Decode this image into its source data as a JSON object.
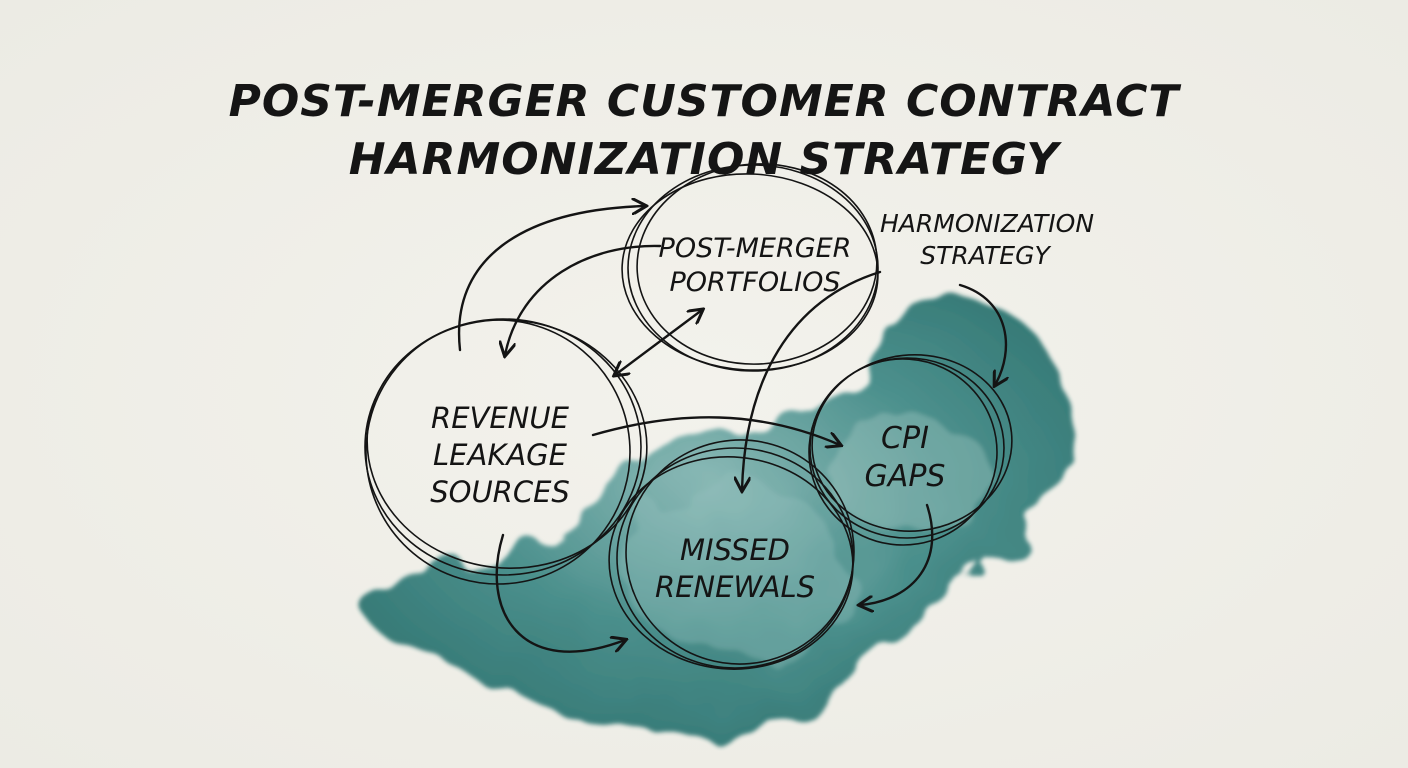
{
  "title": {
    "line1": "Post-Merger Customer Contract",
    "line2": "Harmonization Strategy"
  },
  "nodes": {
    "portfolios": {
      "line1": "Post-Merger",
      "line2": "Portfolios"
    },
    "leakage": {
      "line1": "Revenue",
      "line2": "Leakage",
      "line3": "Sources"
    },
    "cpi": {
      "line1": "CPI",
      "line2": "Gaps"
    },
    "renewals": {
      "line1": "Missed",
      "line2": "Renewals"
    }
  },
  "annotation": {
    "line1": "Harmonization",
    "line2": "Strategy"
  },
  "colors": {
    "ink": "#141414",
    "watercolor": "#2e7d7a",
    "paper": "#efeee8"
  }
}
